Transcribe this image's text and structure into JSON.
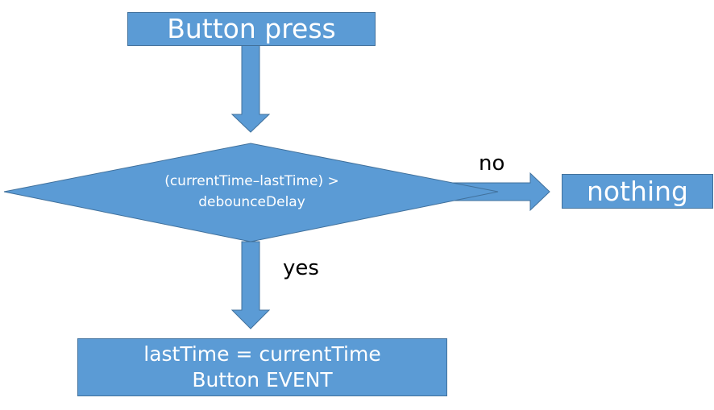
{
  "colors": {
    "fill": "#5B9BD5",
    "stroke": "#41719C",
    "text": "#FFFFFF",
    "label": "#000000"
  },
  "nodes": {
    "start": {
      "text": "Button press"
    },
    "decision": {
      "line1": "(currentTime–lastTime) >",
      "line2": "debounceDelay"
    },
    "no_result": {
      "text": "nothing"
    },
    "yes_result": {
      "line1": "lastTime = currentTime",
      "line2": "Button EVENT"
    }
  },
  "edges": {
    "no_label": "no",
    "yes_label": "yes"
  }
}
